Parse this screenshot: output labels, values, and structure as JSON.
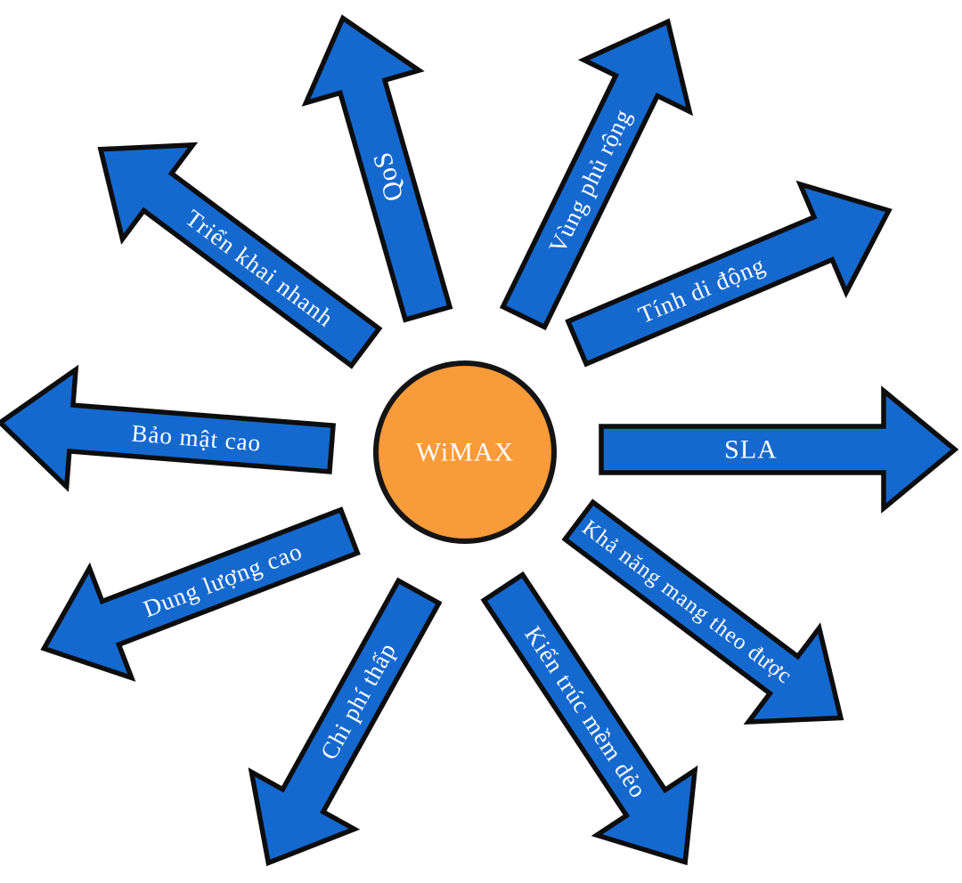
{
  "diagram": {
    "center": {
      "label": "WiMAX"
    },
    "colors": {
      "arrow_fill": "#1569ce",
      "arrow_outline": "#0d0d0d",
      "center_fill": "#f99b38",
      "center_outline": "#141414",
      "label_color": "#ffffff",
      "background": "#ffffff"
    },
    "arrows": [
      {
        "label": "QoS"
      },
      {
        "label": "Vùng phủ rộng"
      },
      {
        "label": "Tính di động"
      },
      {
        "label": "SLA"
      },
      {
        "label": "Khả năng mang theo được"
      },
      {
        "label": "Kiến trúc mềm dẻo"
      },
      {
        "label": "Chi phí thấp"
      },
      {
        "label": "Dung lượng cao"
      },
      {
        "label": "Bảo mật cao"
      },
      {
        "label": "Triển khai nhanh"
      }
    ]
  }
}
